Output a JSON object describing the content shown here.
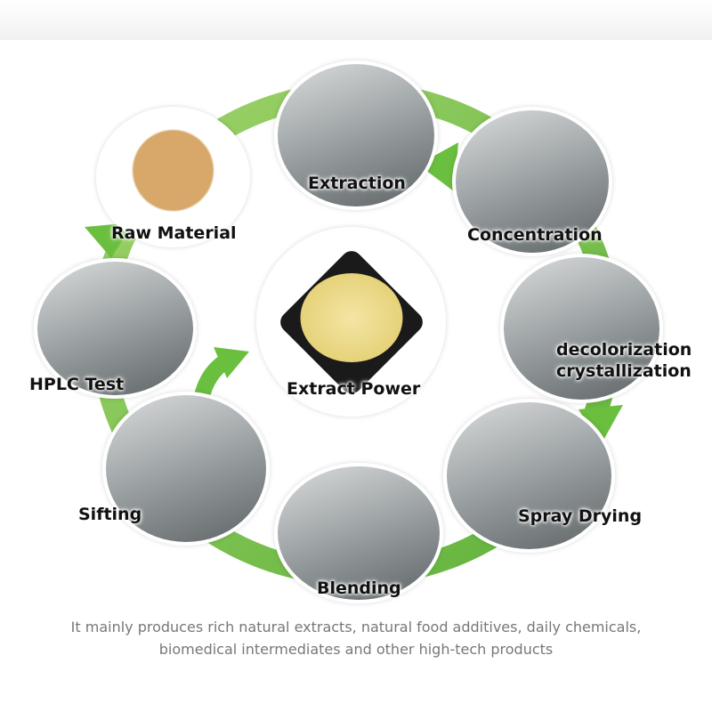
{
  "steps": [
    {
      "label": "Extraction"
    },
    {
      "label": "Concentration"
    },
    {
      "label": "decolorization crystallization",
      "line1": "decolorization",
      "line2": "crystallization"
    },
    {
      "label": "Spray Drying"
    },
    {
      "label": "Blending"
    },
    {
      "label": "Sifting"
    },
    {
      "label": "HPLC Test"
    },
    {
      "label": "Raw Material"
    }
  ],
  "center": {
    "label": "Extract Power"
  },
  "caption": {
    "line1": "It mainly produces rich natural extracts, natural food additives, daily chemicals,",
    "line2": "biomedical intermediates and other high-tech products"
  },
  "colors": {
    "arrow": "#7cc24a",
    "text": "#111111",
    "caption": "#777777"
  }
}
